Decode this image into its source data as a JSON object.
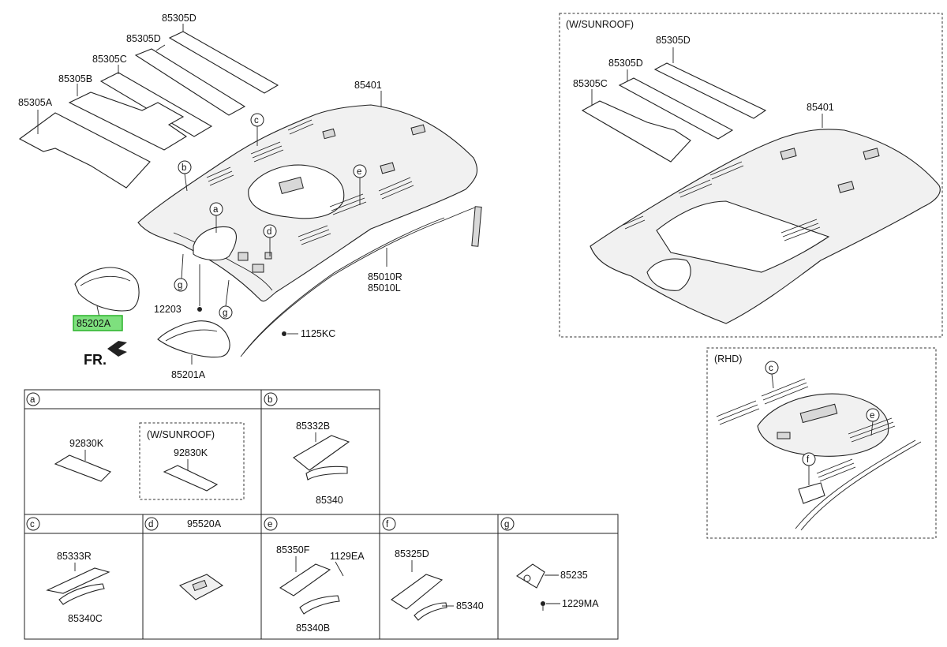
{
  "labels": {
    "p85305D_a": "85305D",
    "p85305D_b": "85305D",
    "p85305C": "85305C",
    "p85305B": "85305B",
    "p85305A": "85305A",
    "p85401": "85401",
    "p85010R": "85010R",
    "p85010L": "85010L",
    "p85202A": "85202A",
    "p12203": "12203",
    "p1125KC": "1125KC",
    "p85201A": "85201A",
    "fr": "FR.",
    "sun_title": "(W/SUNROOF)",
    "sun_85305D_a": "85305D",
    "sun_85305D_b": "85305D",
    "sun_85305C": "85305C",
    "sun_85401": "85401",
    "rhd_title": "(RHD)"
  },
  "callouts": {
    "a": "a",
    "b": "b",
    "c": "c",
    "d": "d",
    "e": "e",
    "f": "f",
    "g": "g"
  },
  "details": {
    "a": {
      "letter": "a",
      "part1": "92830K",
      "sub_title": "(W/SUNROOF)",
      "part2": "92830K"
    },
    "b": {
      "letter": "b",
      "part1": "85332B",
      "part2": "85340"
    },
    "c": {
      "letter": "c",
      "part1": "85333R",
      "part2": "85340C"
    },
    "d": {
      "letter": "d",
      "part1": "95520A"
    },
    "e": {
      "letter": "e",
      "part1": "85350F",
      "part2": "1129EA",
      "part3": "85340B"
    },
    "f": {
      "letter": "f",
      "part1": "85325D",
      "part2": "85340"
    },
    "g": {
      "letter": "g",
      "part1": "85235",
      "part2": "1229MA"
    }
  },
  "colors": {
    "highlight": "#7ee07e",
    "highlight_border": "#2bb32b",
    "ink": "#222222"
  }
}
